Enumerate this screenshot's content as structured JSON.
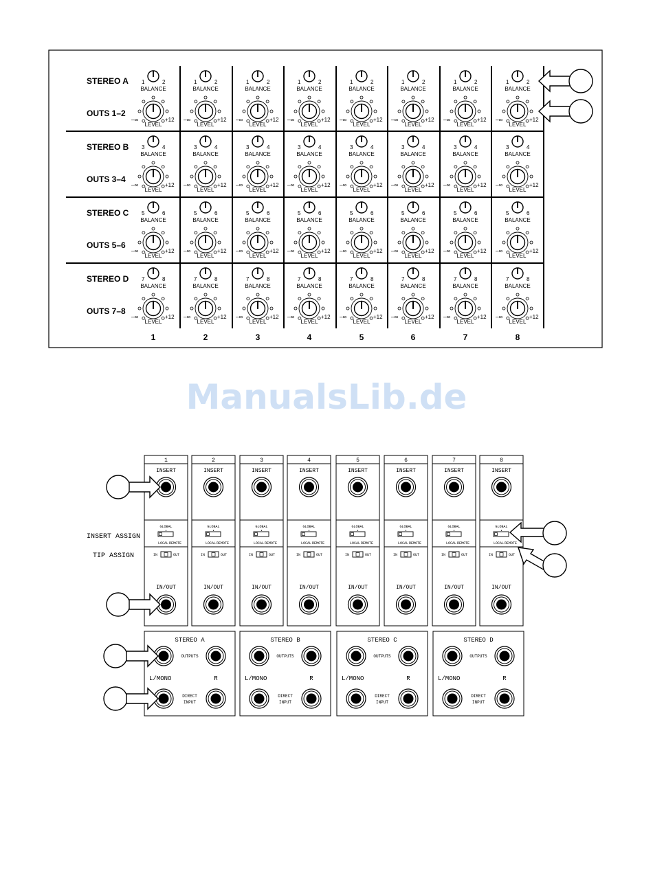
{
  "front_panel": {
    "rows": [
      {
        "stereo_label": "STEREO A",
        "outs_label": "OUTS 1–2",
        "bal_left": "1",
        "bal_right": "2"
      },
      {
        "stereo_label": "STEREO B",
        "outs_label": "OUTS 3–4",
        "bal_left": "3",
        "bal_right": "4"
      },
      {
        "stereo_label": "STEREO C",
        "outs_label": "OUTS 5–6",
        "bal_left": "5",
        "bal_right": "6"
      },
      {
        "stereo_label": "STEREO D",
        "outs_label": "OUTS 7–8",
        "bal_left": "7",
        "bal_right": "8"
      }
    ],
    "balance_label": "BALANCE",
    "level_label": "LEVEL",
    "level_min": "–∞",
    "level_max": "+12",
    "columns": [
      "1",
      "2",
      "3",
      "4",
      "5",
      "6",
      "7",
      "8"
    ]
  },
  "watermark": "ManualsLib.de",
  "rear_panel": {
    "channels": [
      "1",
      "2",
      "3",
      "4",
      "5",
      "6",
      "7",
      "8"
    ],
    "insert_label": "INSERT",
    "global_label": "GLOBAL",
    "local_label": "LOCAL",
    "remote_label": "REMOTE",
    "in_label": "IN",
    "out_label": "OUT",
    "in_out_label": "IN/OUT",
    "insert_assign_label": "INSERT ASSIGN",
    "tip_assign_label": "TIP ASSIGN",
    "stereo_boxes": [
      "STEREO A",
      "STEREO B",
      "STEREO C",
      "STEREO D"
    ],
    "outputs_label": "OUTPUTS",
    "l_mono_label": "L/MONO",
    "r_label": "R",
    "direct_label": "DIRECT",
    "input_label": "INPUT"
  },
  "colors": {
    "ink": "#000000",
    "watermark": "#cfe0f5"
  }
}
